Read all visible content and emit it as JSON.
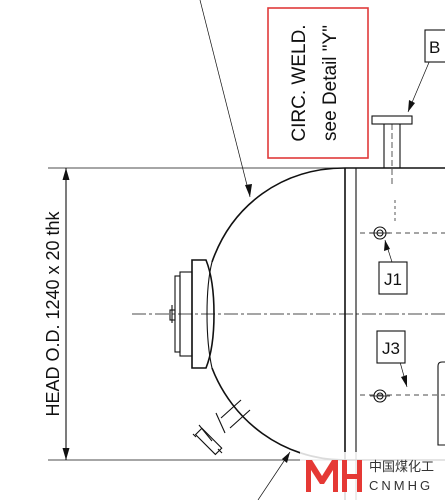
{
  "drawing": {
    "note": {
      "line1": "CIRC. WELD.",
      "line2": "see Detail \"Y\""
    },
    "dimension": {
      "text": "HEAD O.D. 1240 x 20 thk"
    },
    "tags": {
      "b": "B",
      "j1": "J1",
      "j3": "J3"
    }
  },
  "watermark": {
    "cn_text": "中国煤化工",
    "en_text": "CNMHG",
    "color": "#e53935"
  }
}
